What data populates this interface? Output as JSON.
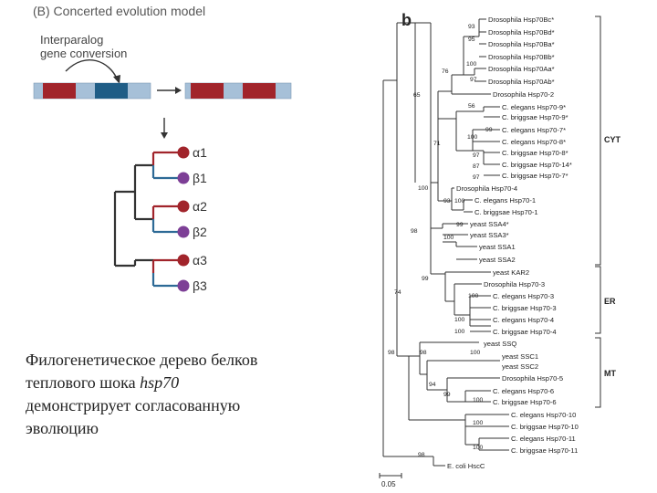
{
  "panel_b": {
    "title": "(B) Concerted evolution model",
    "conversion_label_1": "Interparalog",
    "conversion_label_2": "gene conversion",
    "leaves": [
      {
        "label": "α1",
        "color": "#a1242b"
      },
      {
        "label": "β1",
        "color": "#7d3f96"
      },
      {
        "label": "α2",
        "color": "#a1242b"
      },
      {
        "label": "β2",
        "color": "#7d3f96"
      },
      {
        "label": "α3",
        "color": "#a1242b"
      },
      {
        "label": "β3",
        "color": "#7d3f96"
      }
    ],
    "alpha_color": "#a1242b",
    "beta_color": "#2d6a96"
  },
  "caption": {
    "line1": "Филогенетическое дерево белков",
    "line2_pre": "теплового шока ",
    "line2_italic": "hsp70",
    "line3": "демонстрирует согласованную",
    "line4": "эволюцию"
  },
  "tree": {
    "panel_label": "b",
    "scale_label": "0.05",
    "taxa": [
      "Drosophila Hsp70Bc*",
      "Drosophila Hsp70Bd*",
      "Drosophila Hsp70Ba*",
      "Drosophila Hsp70Bb*",
      "Drosophila Hsp70Aa*",
      "Drosophila Hsp70Ab*",
      "Drosophila Hsp70-2",
      "C. elegans Hsp70-9*",
      "C. briggsae Hsp70-9*",
      "C. elegans Hsp70-7*",
      "C. elegans Hsp70-8*",
      "C. briggsae Hsp70-8*",
      "C. briggsae Hsp70-14*",
      "C. briggsae Hsp70-7*",
      "Drosophila Hsp70-4",
      "C. elegans Hsp70-1",
      "C. briggsae Hsp70-1",
      "yeast SSA4*",
      "yeast SSA3*",
      "yeast SSA1",
      "yeast SSA2",
      "yeast KAR2",
      "Drosophila Hsp70-3",
      "C. elegans Hsp70-3",
      "C. briggsae Hsp70-3",
      "C. elegans Hsp70-4",
      "C. briggsae Hsp70-4",
      "yeast SSQ",
      "yeast SSC1",
      "yeast SSC2",
      "Drosophila Hsp70-5",
      "C. elegans Hsp70-6",
      "C. briggsae Hsp70-6",
      "C. elegans Hsp70-10",
      "C. briggsae Hsp70-10",
      "C. elegans Hsp70-11",
      "C. briggsae Hsp70-11",
      "E. coli HscC"
    ],
    "bootstrap": [
      "93",
      "95",
      "100",
      "76",
      "97",
      "65",
      "56",
      "99",
      "100",
      "71",
      "97",
      "87",
      "97",
      "100",
      "93",
      "100",
      "99",
      "100",
      "98",
      "99",
      "100",
      "100",
      "100",
      "74",
      "98",
      "100",
      "98",
      "94",
      "99",
      "100",
      "100",
      "100",
      "98"
    ],
    "groups": [
      "CYT",
      "ER",
      "MT"
    ]
  }
}
